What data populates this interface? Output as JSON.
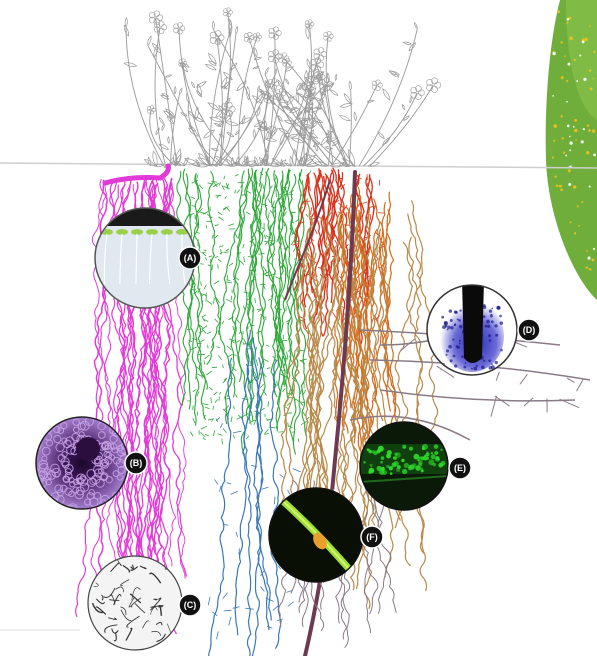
{
  "figure": {
    "colors": {
      "background": "#ffffff",
      "soil_line": "#cfcfcf",
      "shoots": "#9a9a9a",
      "magenta_roots": "#e23ad6",
      "green_roots": "#2fa83a",
      "blue_roots": "#3a78b8",
      "red_roots": "#d8321c",
      "orange_roots": "#d66a1a",
      "brown_roots": "#b88a4a",
      "taproot": "#6e3a52",
      "grey_roots": "#8a7a86",
      "badge": "#111111",
      "meadow": "#6fae3a",
      "flowers": "#f2c21a"
    },
    "panels": [
      {
        "id": "A",
        "label": "(A)",
        "content": "seedlings-on-plate",
        "colors": [
          "#dfe9ef",
          "#9bd14a"
        ]
      },
      {
        "id": "B",
        "label": "(B)",
        "content": "root-cross-section",
        "colors": [
          "#2b0e3d",
          "#c9a6e8"
        ]
      },
      {
        "id": "C",
        "label": "(C)",
        "content": "microscopy-sketch",
        "colors": [
          "#f4f4f4",
          "#333333"
        ]
      },
      {
        "id": "D",
        "label": "(D)",
        "content": "root-tip-stain",
        "colors": [
          "#ffffff",
          "#1a1a8a"
        ]
      },
      {
        "id": "E",
        "label": "(E)",
        "content": "green-fluorescence",
        "colors": [
          "#0b1a08",
          "#2fdc2a"
        ]
      },
      {
        "id": "F",
        "label": "(F)",
        "content": "hypha-fluorescence",
        "colors": [
          "#0a0f05",
          "#9be03a"
        ]
      }
    ]
  }
}
